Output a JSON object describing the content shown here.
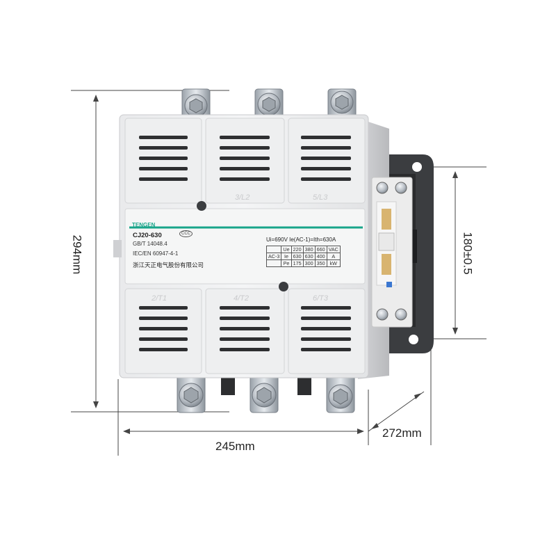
{
  "product": {
    "brand": "TENGEN",
    "model": "CJ20-630",
    "standard_1": "GB/T 14048.4",
    "standard_2": "IEC/EN 60947-4-1",
    "manufacturer": "浙江天正电气股份有限公司",
    "cert_mark": "CCC",
    "ratings_line": "Ui=690V   Ie(AC-1)=Ith=630A",
    "accent_color": "#19a58a"
  },
  "spec_table": {
    "rows": [
      {
        "c0": "",
        "c1": "Ue",
        "c2": "220",
        "c3": "380",
        "c4": "660",
        "c5": "VAC"
      },
      {
        "c0": "AC-3",
        "c1": "Ie",
        "c2": "630",
        "c3": "630",
        "c4": "400",
        "c5": "A"
      },
      {
        "c0": "",
        "c1": "Pe",
        "c2": "175",
        "c3": "300",
        "c4": "350",
        "c5": "kW"
      }
    ]
  },
  "terminal_marks": {
    "top_2": "3/L2",
    "top_3": "5/L3",
    "bottom_1": "2/T1",
    "bottom_2": "4/T2",
    "bottom_3": "6/T3"
  },
  "dimensions": {
    "height": "294mm",
    "width": "245mm",
    "depth": "272mm",
    "mount_spacing": "180±0.5"
  }
}
